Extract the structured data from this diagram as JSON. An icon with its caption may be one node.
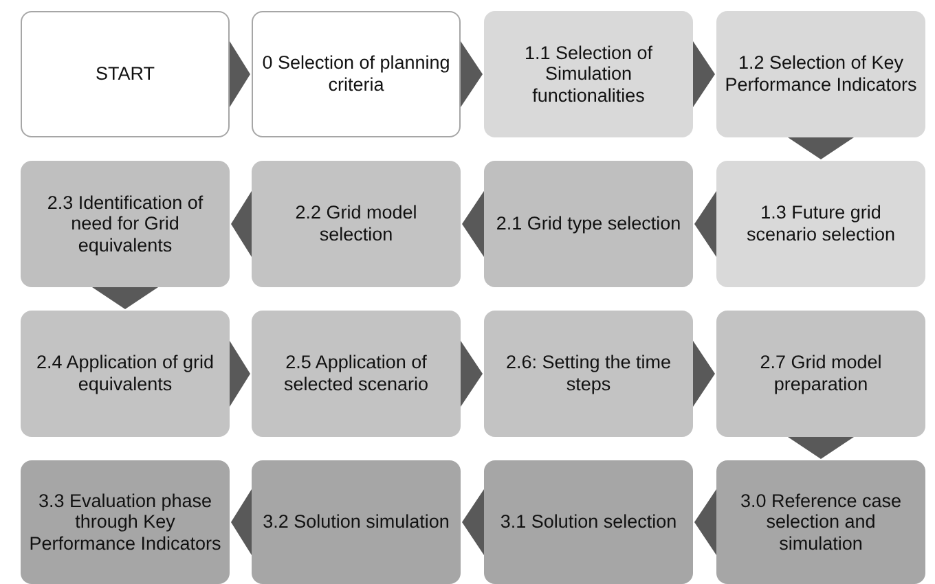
{
  "diagram": {
    "nodes": [
      {
        "text": [
          "START"
        ]
      },
      {
        "text": [
          "0 Selection of planning criteria"
        ]
      },
      {
        "text": [
          "1.1 Selection of Simulation functionalities"
        ]
      },
      {
        "text": [
          "1.2 Selection of Key Performance Indicators"
        ]
      },
      {
        "text": [
          "2.3 Identification of need for Grid equivalents"
        ]
      },
      {
        "text": [
          "2.2 Grid model selection"
        ]
      },
      {
        "text": [
          "2.1 Grid type selection"
        ]
      },
      {
        "text": [
          "1.3 Future grid scenario selection"
        ]
      },
      {
        "text": [
          "2.4 Application of grid equivalents"
        ]
      },
      {
        "text": [
          "2.5 Application of selected scenario"
        ]
      },
      {
        "text": [
          "2.6: Setting the time steps"
        ]
      },
      {
        "text": [
          "2.7 Grid model preparation"
        ]
      },
      {
        "text": [
          "3.3 Evaluation phase through Key Performance Indicators"
        ]
      },
      {
        "text": [
          "3.2 Solution simulation"
        ]
      },
      {
        "text": [
          "3.1 Solution selection"
        ]
      },
      {
        "text": [
          "3.0 Reference case selection and simulation"
        ]
      }
    ],
    "edges": [
      {
        "from": 0,
        "to": 1,
        "arrow": "to"
      },
      {
        "from": 1,
        "to": 2,
        "arrow": "to"
      },
      {
        "from": 2,
        "to": 3,
        "arrow": "to"
      },
      {
        "from": 3,
        "to": 7,
        "arrow": "to"
      },
      {
        "from": 7,
        "to": 6,
        "arrow": "to"
      },
      {
        "from": 6,
        "to": 5,
        "arrow": "to"
      },
      {
        "from": 5,
        "to": 4,
        "arrow": "to"
      },
      {
        "from": 4,
        "to": 8,
        "arrow": "to"
      },
      {
        "from": 8,
        "to": 9,
        "arrow": "to"
      },
      {
        "from": 9,
        "to": 10,
        "arrow": "to"
      },
      {
        "from": 10,
        "to": 11,
        "arrow": "to"
      },
      {
        "from": 11,
        "to": 15,
        "arrow": "to"
      },
      {
        "from": 15,
        "to": 14,
        "arrow": "to"
      },
      {
        "from": 14,
        "to": 13,
        "arrow": "to"
      },
      {
        "from": 13,
        "to": 12,
        "arrow": "to"
      }
    ]
  }
}
